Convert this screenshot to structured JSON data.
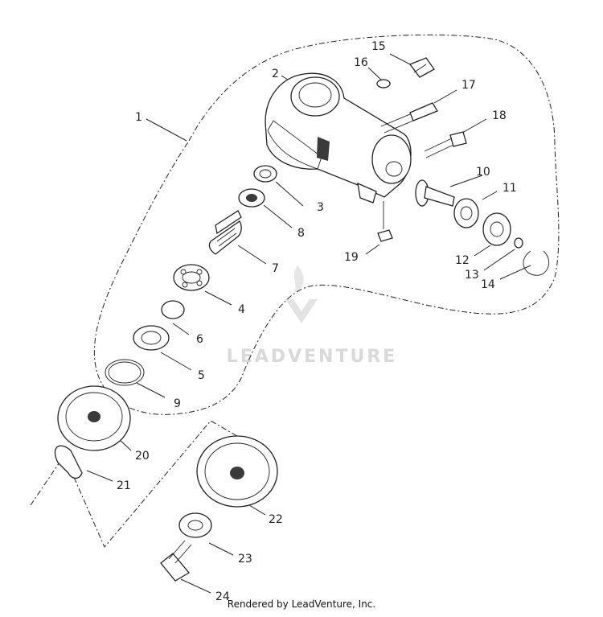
{
  "parts": [
    {
      "id": "1",
      "label": "1"
    },
    {
      "id": "2",
      "label": "2"
    },
    {
      "id": "3",
      "label": "3"
    },
    {
      "id": "4",
      "label": "4"
    },
    {
      "id": "5",
      "label": "5"
    },
    {
      "id": "6",
      "label": "6"
    },
    {
      "id": "7",
      "label": "7"
    },
    {
      "id": "8",
      "label": "8"
    },
    {
      "id": "9",
      "label": "9"
    },
    {
      "id": "10",
      "label": "10"
    },
    {
      "id": "11",
      "label": "11"
    },
    {
      "id": "12",
      "label": "12"
    },
    {
      "id": "13",
      "label": "13"
    },
    {
      "id": "14",
      "label": "14"
    },
    {
      "id": "15",
      "label": "15"
    },
    {
      "id": "16",
      "label": "16"
    },
    {
      "id": "17",
      "label": "17"
    },
    {
      "id": "18",
      "label": "18"
    },
    {
      "id": "19",
      "label": "19"
    },
    {
      "id": "20",
      "label": "20"
    },
    {
      "id": "21",
      "label": "21"
    },
    {
      "id": "22",
      "label": "22"
    },
    {
      "id": "23",
      "label": "23"
    },
    {
      "id": "24",
      "label": "24"
    }
  ],
  "watermark": {
    "text": "LEADVENTURE"
  },
  "footer": {
    "text": "Rendered by LeadVenture, Inc."
  }
}
